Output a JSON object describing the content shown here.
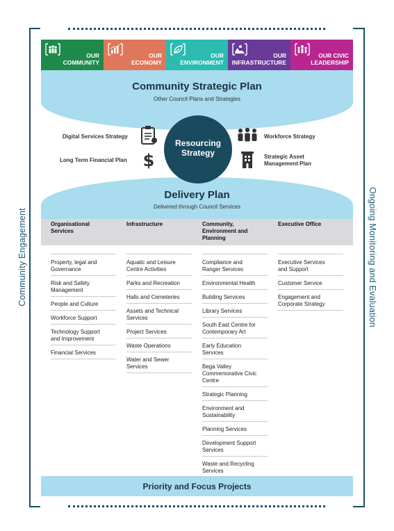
{
  "tiles": [
    {
      "label_l1": "OUR",
      "label_l2": "COMMUNITY",
      "color": "#1f8a4c",
      "icon": "community-icon"
    },
    {
      "label_l1": "OUR",
      "label_l2": "ECONOMY",
      "color": "#e0775a",
      "icon": "economy-icon"
    },
    {
      "label_l1": "OUR",
      "label_l2": "ENVIRONMENT",
      "color": "#2bbbb0",
      "icon": "environment-icon"
    },
    {
      "label_l1": "OUR",
      "label_l2": "INFRASTRUCTURE",
      "color": "#6a3a99",
      "icon": "infrastructure-icon"
    },
    {
      "label_l1": "OUR CIVIC",
      "label_l2": "LEADERSHIP",
      "color": "#b8268f",
      "icon": "leadership-icon"
    }
  ],
  "csp": {
    "title": "Community Strategic Plan",
    "subtitle": "Other Council Plans and Strategies"
  },
  "resourcing": {
    "title_l1": "Resourcing",
    "title_l2": "Strategy",
    "left": [
      "Digital Services Strategy",
      "Long Term Financial Plan"
    ],
    "right_1": "Workforce Strategy",
    "right_2_l1": "Strategic Asset",
    "right_2_l2": "Management Plan"
  },
  "delivery": {
    "title": "Delivery Plan",
    "subtitle": "Delivered through Council Services"
  },
  "columns": [
    {
      "heading": [
        "Organisational",
        "Services"
      ],
      "items": [
        [
          "Property, legal and",
          "Governance"
        ],
        [
          "Risk and Safety",
          "Management"
        ],
        [
          "People and Culture"
        ],
        [
          "Workforce Support"
        ],
        [
          "Technology Support",
          "and Improvement"
        ],
        [
          "Financial Services"
        ]
      ]
    },
    {
      "heading": [
        "Infrastructure"
      ],
      "items": [
        [
          "Aquatic and Leisure",
          "Centre Activities"
        ],
        [
          "Parks and Recreation"
        ],
        [
          "Halls and Cemeteries"
        ],
        [
          "Assets and Technical",
          "Services"
        ],
        [
          "Project Services"
        ],
        [
          "Waste Operations"
        ],
        [
          "Water and Sewer",
          "Services"
        ]
      ]
    },
    {
      "heading": [
        "Community,",
        "Environment and",
        "Planning"
      ],
      "items": [
        [
          "Compliance and",
          "Ranger Services"
        ],
        [
          "Environmental Health"
        ],
        [
          "Building Services"
        ],
        [
          "Library Services"
        ],
        [
          "South East Centre for",
          "Contemporary Art"
        ],
        [
          "Early Education",
          "Services"
        ],
        [
          "Bega Valley",
          "Commemorative Civic",
          "Centre"
        ],
        [
          "Strategic Planning"
        ],
        [
          "Environment and",
          "Sustainability"
        ],
        [
          "Planning Services"
        ],
        [
          "Development Support",
          "Services"
        ],
        [
          "Waste and Recycling",
          "Services"
        ]
      ]
    },
    {
      "heading": [
        "Executive Office"
      ],
      "items": [
        [
          "Executive Services",
          "and Support"
        ],
        [
          "Customer Service"
        ],
        [
          "Engagement and",
          "Corporate Strategy"
        ]
      ]
    }
  ],
  "priority": "Priority and Focus Projects",
  "side_left": "Community Engagement",
  "side_right": "Ongoing Monitoring and Evaluation"
}
